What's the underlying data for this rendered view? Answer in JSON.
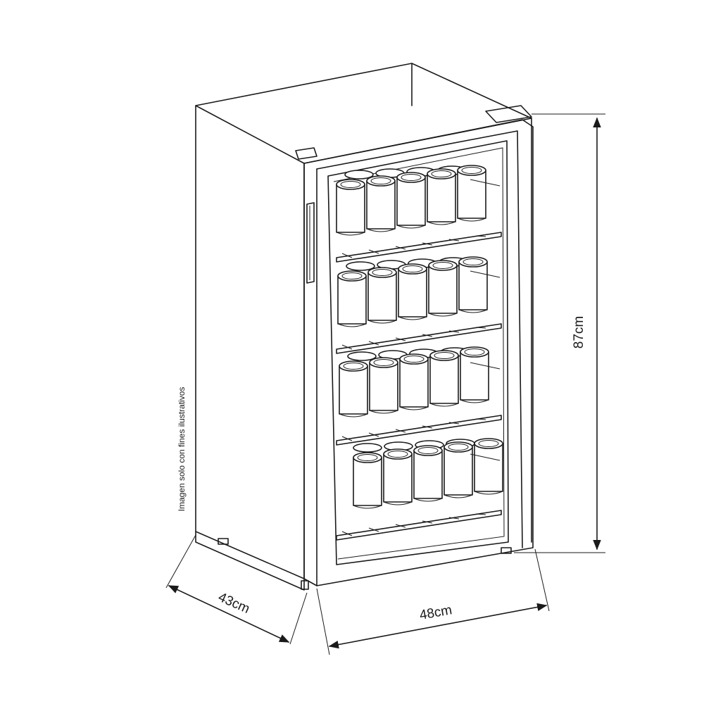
{
  "dimensions": {
    "height": "87cm",
    "width": "48cm",
    "depth": "43cm"
  },
  "disclaimer": "Imagen solo con fines ilustrativos",
  "colors": {
    "stroke": "#1a1a1a",
    "background": "#ffffff"
  }
}
